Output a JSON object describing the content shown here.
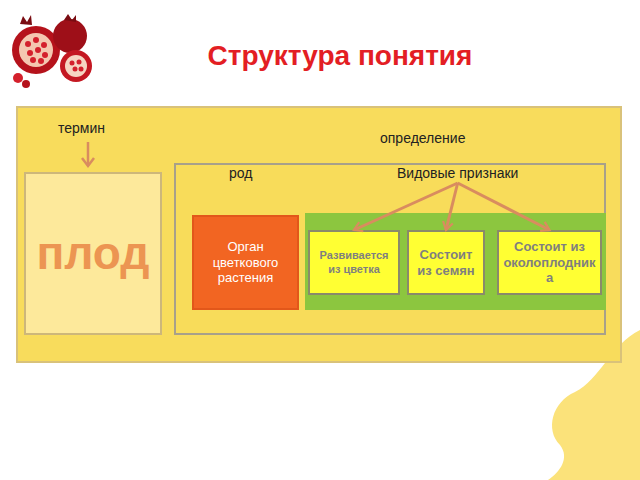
{
  "diagram": {
    "title": "Структура понятия",
    "nodes": [
      {
        "text": [
          "плод"
        ]
      },
      {
        "text": [
          "определение"
        ]
      },
      {
        "text": [
          "род",
          "Орган цветкового растения"
        ],
        "in": 1
      },
      {
        "text": [
          "Видовые признаки"
        ],
        "in": 1
      },
      {
        "text": [
          "Развивается из цветка"
        ],
        "in": 3
      },
      {
        "text": [
          "Состоит из семян"
        ],
        "in": 3
      },
      {
        "text": [
          "Состоит из околоплодника"
        ],
        "in": 3
      }
    ],
    "edges": [
      {
        "from": 3,
        "to": 4,
        "arrow": "to"
      },
      {
        "from": 3,
        "to": 5,
        "arrow": "to"
      },
      {
        "from": 3,
        "to": 6,
        "arrow": "to"
      }
    ],
    "labels": [
      "термин"
    ]
  }
}
